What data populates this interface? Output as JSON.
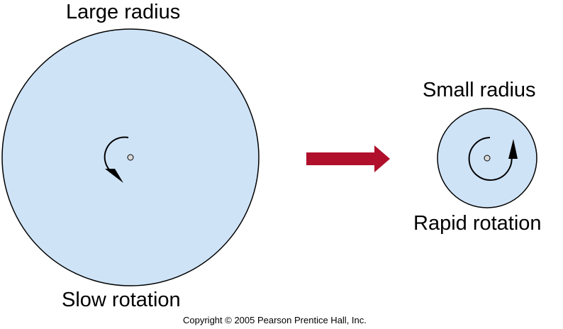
{
  "labels": {
    "large_radius": "Large radius",
    "slow_rotation": "Slow rotation",
    "small_radius": "Small radius",
    "rapid_rotation": "Rapid rotation",
    "copyright": "Copyright © 2005 Pearson Prentice Hall, Inc."
  },
  "colors": {
    "disk_fill": "#cfe3f7",
    "disk_stroke": "#000000",
    "transition_arrow": "#b0102c",
    "rotation_arrow": "#000000",
    "center_dot_fill": "#d9d9d9"
  },
  "icons": {
    "slow_rotation": "counterclockwise-arrow-icon",
    "rapid_rotation": "counterclockwise-arrow-icon",
    "transition": "right-arrow-icon"
  }
}
